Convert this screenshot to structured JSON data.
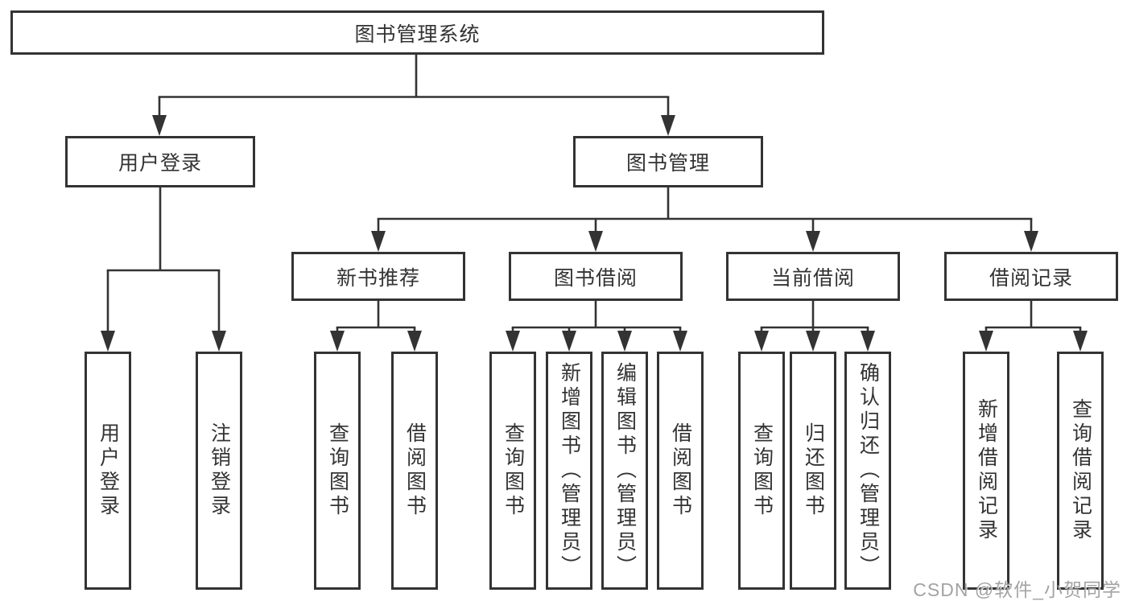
{
  "diagram": {
    "root": {
      "label": "图书管理系统"
    },
    "branches": [
      {
        "label": "用户登录",
        "children": [
          {
            "label": "用户登录"
          },
          {
            "label": "注销登录"
          }
        ]
      },
      {
        "label": "图书管理",
        "children": [
          {
            "label": "新书推荐",
            "children": [
              {
                "label": "查询图书"
              },
              {
                "label": "借阅图书"
              }
            ]
          },
          {
            "label": "图书借阅",
            "children": [
              {
                "label": "查询图书"
              },
              {
                "label": "新增图书（管理员）"
              },
              {
                "label": "编辑图书（管理员）"
              },
              {
                "label": "借阅图书"
              }
            ]
          },
          {
            "label": "当前借阅",
            "children": [
              {
                "label": "查询图书"
              },
              {
                "label": "归还图书"
              },
              {
                "label": "确认归还（管理员）"
              }
            ]
          },
          {
            "label": "借阅记录",
            "children": [
              {
                "label": "新增借阅记录"
              },
              {
                "label": "查询借阅记录"
              }
            ]
          }
        ]
      }
    ]
  },
  "watermark": {
    "text": "CSDN @软件_小贺同学"
  },
  "colors": {
    "line": "#333333",
    "box_border": "#333333",
    "box_fill": "#ffffff",
    "text": "#333333",
    "background": "#ffffff",
    "watermark": "#9c9c9c"
  }
}
